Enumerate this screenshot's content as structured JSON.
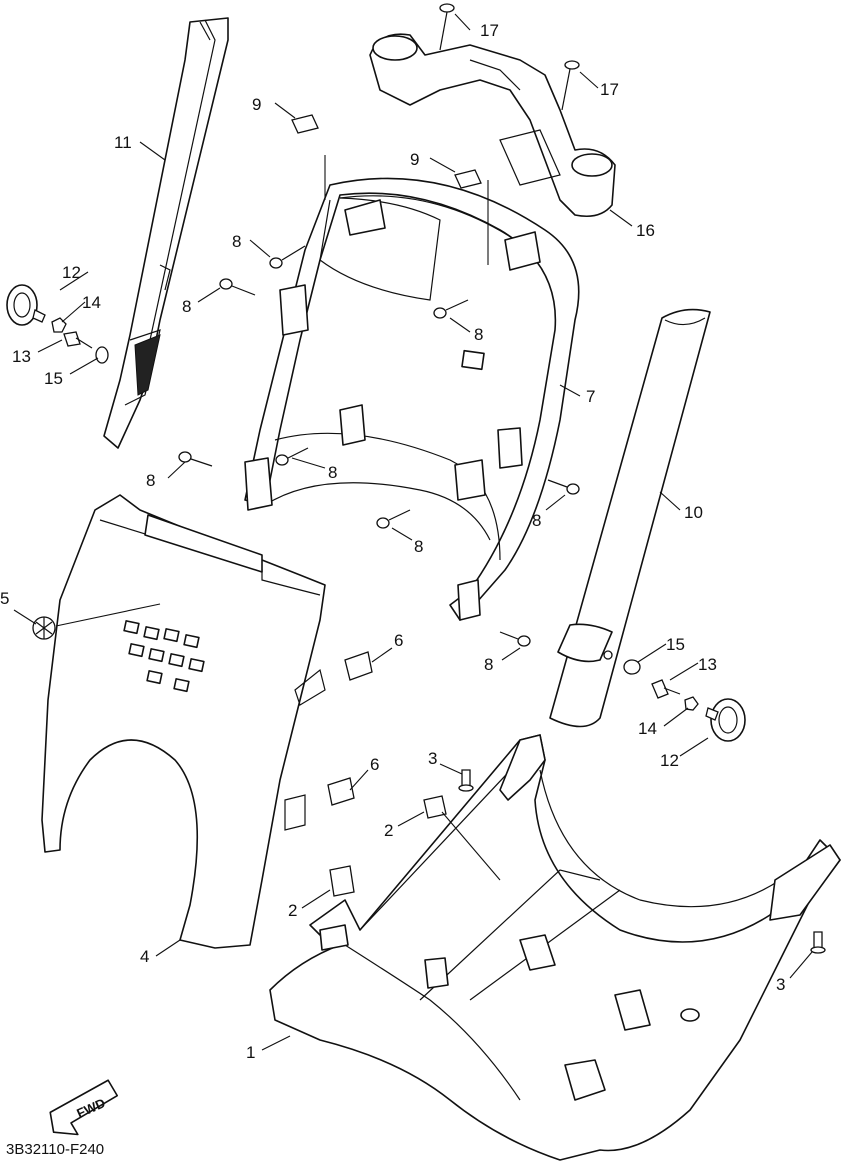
{
  "diagram_code": "3B32110-F240",
  "fwd_label": "FWD",
  "callouts": {
    "c1": "1",
    "c2a": "2",
    "c2b": "2",
    "c3a": "3",
    "c3b": "3",
    "c4": "4",
    "c5": "5",
    "c6a": "6",
    "c6b": "6",
    "c7": "7",
    "c8a": "8",
    "c8b": "8",
    "c8c": "8",
    "c8d": "8",
    "c8e": "8",
    "c8f": "8",
    "c8g": "8",
    "c8h": "8",
    "c9a": "9",
    "c9b": "9",
    "c10": "10",
    "c11": "11",
    "c12a": "12",
    "c12b": "12",
    "c13a": "13",
    "c13b": "13",
    "c14a": "14",
    "c14b": "14",
    "c15a": "15",
    "c15b": "15",
    "c16": "16",
    "c17a": "17",
    "c17b": "17"
  }
}
